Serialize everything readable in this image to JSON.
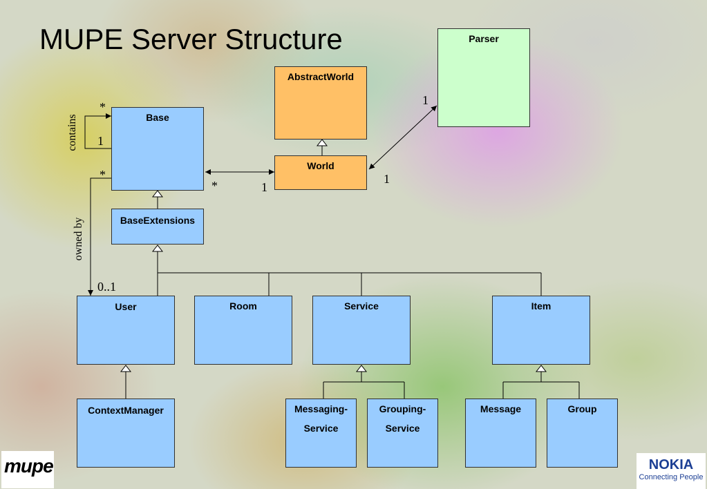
{
  "slide": {
    "title": "MUPE Server Structure"
  },
  "classes": {
    "parser": "Parser",
    "abstract_world": "AbstractWorld",
    "world": "World",
    "base": "Base",
    "base_extensions": "BaseExtensions",
    "user": "User",
    "room": "Room",
    "service": "Service",
    "item": "Item",
    "context_manager": "ContextManager",
    "messaging_service_line1": "Messaging-",
    "messaging_service_line2": "Service",
    "grouping_service_line1": "Grouping-",
    "grouping_service_line2": "Service",
    "message": "Message",
    "group": "Group"
  },
  "associations": {
    "contains_label": "contains",
    "contains_top_mult": "*",
    "contains_bottom_mult": "1",
    "owned_by_label": "owned by",
    "owned_by_base_mult": "*",
    "owned_by_user_mult": "0..1",
    "base_world_base_mult": "*",
    "base_world_world_mult": "1",
    "world_parser_world_mult": "1",
    "world_parser_parser_mult": "1"
  },
  "logos": {
    "mupe": "mupe",
    "nokia_wordmark": "NOKIA",
    "nokia_slogan": "Connecting People"
  },
  "colors": {
    "class_blue": "#99ccff",
    "class_orange": "#ffc066",
    "class_green": "#ccffcc",
    "nokia_blue": "#1c3f94"
  }
}
